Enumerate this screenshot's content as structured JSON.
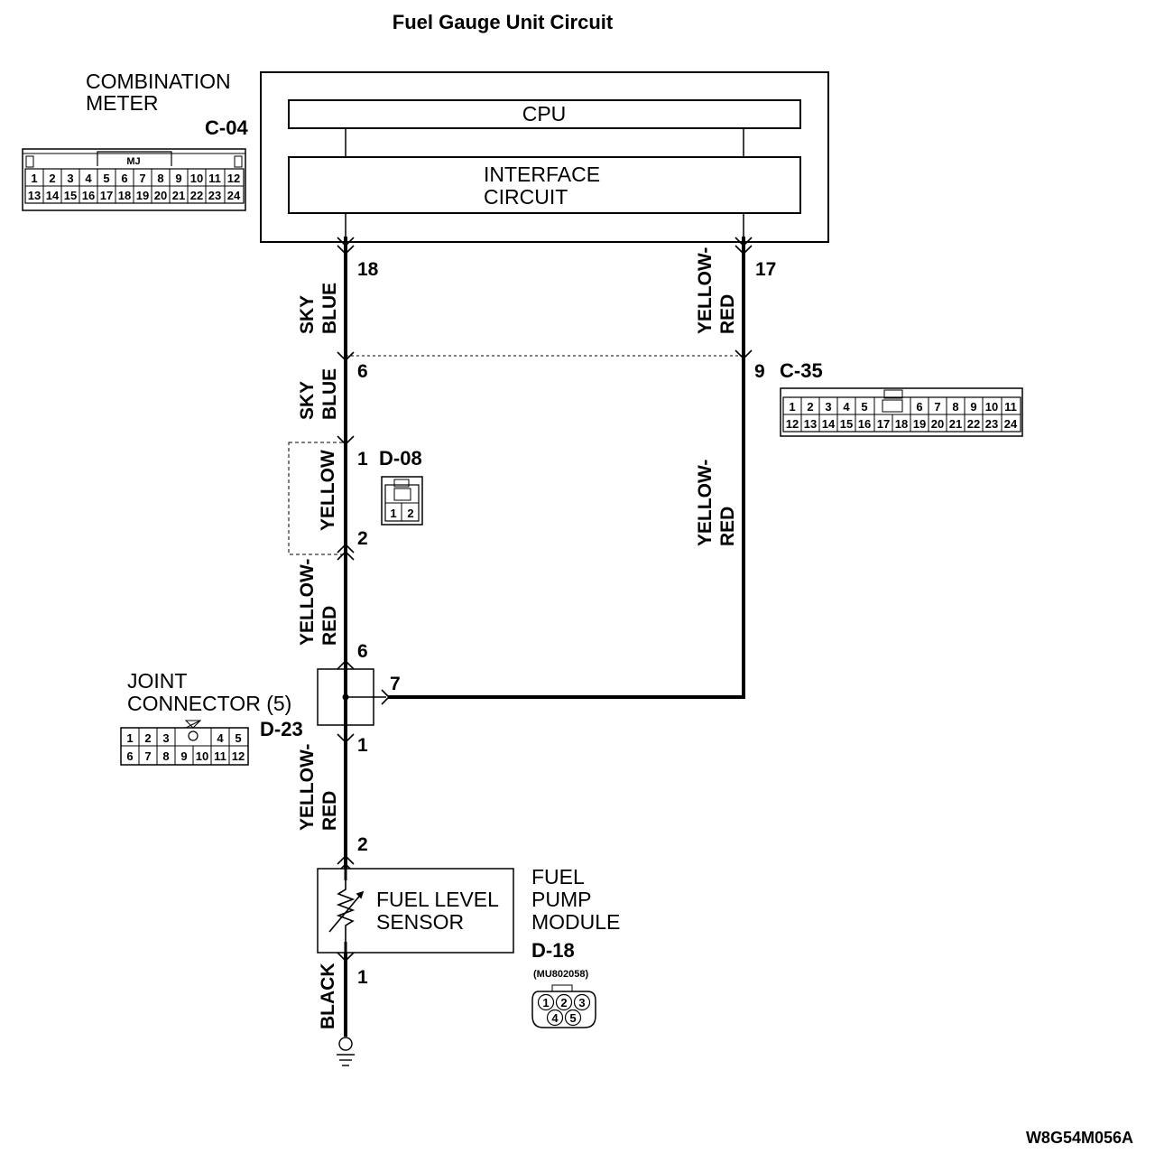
{
  "title": "Fuel Gauge Unit Circuit",
  "combination_meter": {
    "name_line1": "COMBINATION",
    "name_line2": "METER",
    "connector_id": "C-04",
    "connector_tag": "MJ",
    "connector_pins": [
      "1",
      "2",
      "3",
      "4",
      "5",
      "6",
      "7",
      "8",
      "9",
      "10",
      "11",
      "12",
      "13",
      "14",
      "15",
      "16",
      "17",
      "18",
      "19",
      "20",
      "21",
      "22",
      "23",
      "24"
    ],
    "cpu_label": "CPU",
    "interface_line1": "INTERFACE",
    "interface_line2": "CIRCUIT"
  },
  "pins": {
    "meter_left": "18",
    "meter_right": "17",
    "c35_left": "6",
    "c35_right": "9",
    "d08_top": "1",
    "d08_bottom": "2",
    "joint_top": "6",
    "joint_right": "7",
    "joint_bottom": "1",
    "sensor_top": "2",
    "sensor_bottom": "1"
  },
  "wires": {
    "sky_line1": "SKY",
    "sky_line2": "BLUE",
    "yellow_red_line1": "YELLOW-",
    "yellow_red_line2": "RED",
    "yellow": "YELLOW",
    "black": "BLACK"
  },
  "c35": {
    "connector_id": "C-35",
    "pins_row1": [
      "1",
      "2",
      "3",
      "4",
      "5",
      "6",
      "7",
      "8",
      "9",
      "10",
      "11"
    ],
    "pins_row2": [
      "12",
      "13",
      "14",
      "15",
      "16",
      "17",
      "18",
      "19",
      "20",
      "21",
      "22",
      "23",
      "24"
    ]
  },
  "d08": {
    "connector_id": "D-08",
    "pins": [
      "1",
      "2"
    ]
  },
  "joint_connector": {
    "name_line1": "JOINT",
    "name_line2": "CONNECTOR (5)",
    "connector_id": "D-23",
    "pins_row1": [
      "1",
      "2",
      "3",
      "4",
      "5"
    ],
    "pins_row2": [
      "6",
      "7",
      "8",
      "9",
      "10",
      "11",
      "12"
    ]
  },
  "fuel_pump_module": {
    "name_line1": "FUEL",
    "name_line2": "PUMP",
    "name_line3": "MODULE",
    "connector_id": "D-18",
    "part_number": "(MU802058)",
    "sensor_line1": "FUEL LEVEL",
    "sensor_line2": "SENSOR",
    "pins": [
      "1",
      "2",
      "3",
      "4",
      "5"
    ]
  },
  "figure_code": "W8G54M056A"
}
